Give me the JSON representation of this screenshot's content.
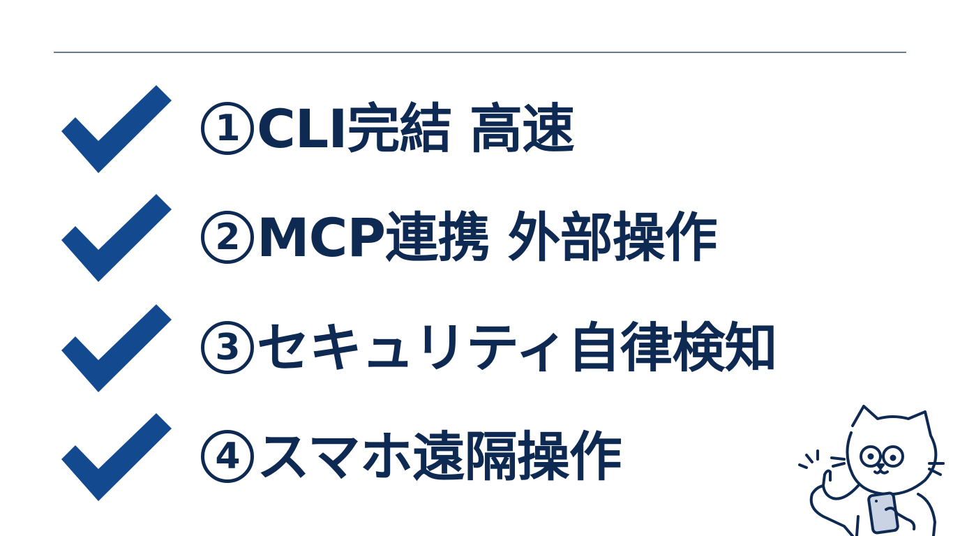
{
  "colors": {
    "text": "#0f2a52",
    "check": "#134a8f",
    "rule": "#6b7a8f",
    "background": "#ffffff"
  },
  "items": [
    {
      "number": "1",
      "text": "CLI完結 高速",
      "icon": "checkmark-icon"
    },
    {
      "number": "2",
      "text": "MCP連携 外部操作",
      "icon": "checkmark-icon"
    },
    {
      "number": "3",
      "text": "セキュリティ自律検知",
      "icon": "checkmark-icon"
    },
    {
      "number": "4",
      "text": "スマホ遠隔操作",
      "icon": "checkmark-icon"
    }
  ],
  "illustration": {
    "subject": "cat-with-glasses-thumbs-up-holding-smartphone"
  }
}
